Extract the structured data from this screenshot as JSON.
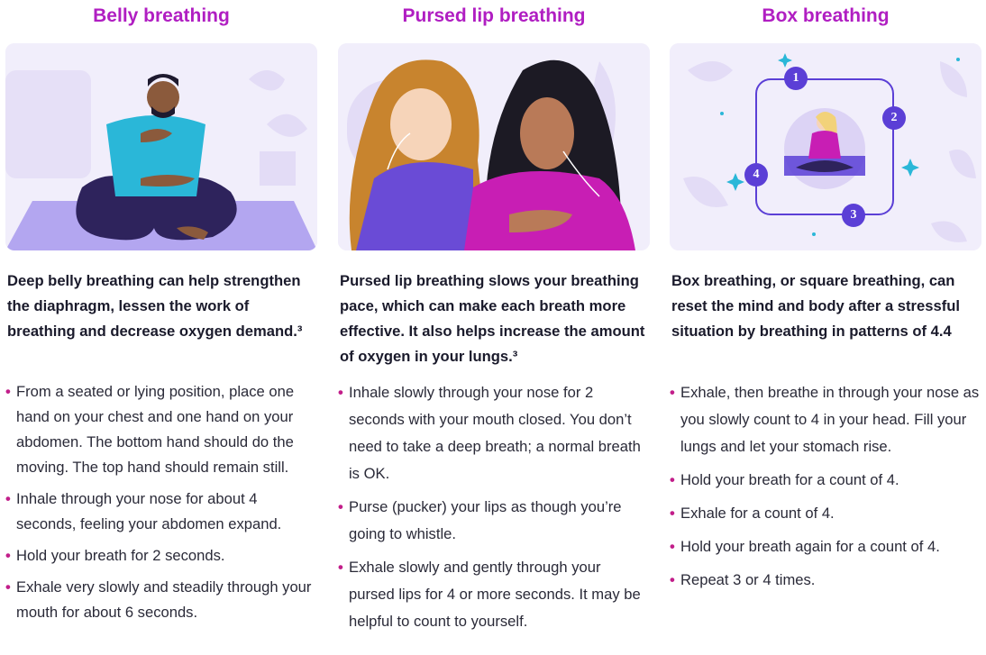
{
  "sections": [
    {
      "title": "Belly breathing",
      "intro": "Deep belly breathing can help strengthen the diaphragm, lessen the work of breathing and decrease oxygen demand.³",
      "bullets": [
        "From a seated or lying position, place one hand on your chest and one hand on your abdomen. The bottom hand should do the moving. The top hand should remain still.",
        "Inhale through your nose for about 4 seconds, feeling your abdomen expand.",
        "Hold your breath for 2 seconds.",
        "Exhale very slowly and steadily through your mouth for about 6 seconds."
      ]
    },
    {
      "title": "Pursed lip breathing",
      "intro": "Pursed lip breathing slows your breathing pace, which can make each breath more effective. It also helps increase the amount of oxygen in your lungs.³",
      "bullets": [
        "Inhale slowly through your nose for 2 seconds with your mouth closed. You don’t need to take a deep breath; a normal breath is OK.",
        "Purse (pucker) your lips as though you’re going to whistle.",
        "Exhale slowly and gently through your pursed lips for 4 or more seconds. It may be helpful to count to yourself."
      ]
    },
    {
      "title": "Box breathing",
      "intro": "Box breathing, or square breathing, can reset the mind and body after a stressful situation by breathing in patterns of 4.4",
      "bullets": [
        "Exhale, then breathe in through your nose as you slowly count to 4 in your head. Fill your lungs and let your stomach rise.",
        "Hold your breath for a count of 4.",
        "Exhale for a count of 4.",
        "Hold your breath again for a count of 4.",
        "Repeat 3 or 4 times."
      ],
      "box_steps": [
        "1",
        "2",
        "3",
        "4"
      ]
    }
  ],
  "bullet_glyph": "•",
  "colors": {
    "title": "#b01ec2",
    "bullet": "#c21e8a",
    "panel_bg": "#f1eefb",
    "step_circle": "#5b3fd6"
  },
  "icons": [
    "belly-breathing-illustration",
    "pursed-lip-breathing-illustration",
    "box-breathing-illustration"
  ]
}
